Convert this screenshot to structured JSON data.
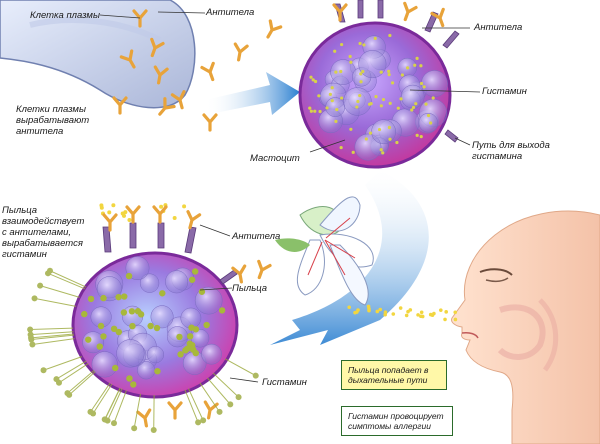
{
  "labels": {
    "plasma_cell": "Клетка плазмы",
    "antibodies_top": "Антитела",
    "plasma_cells_produce_line1": "Клетки плазмы",
    "plasma_cells_produce_line2": "вырабатывают",
    "plasma_cells_produce_line3": "антитела",
    "antibodies_right": "Антитела",
    "histamine_top": "Гистамин",
    "histamine_exit_line1": "Путь для выхода",
    "histamine_exit_line2": "гистамина",
    "mast_cell": "Мастоцит",
    "pollen_interacts_line1": "Пыльца",
    "pollen_interacts_line2": "взаимодействует",
    "pollen_interacts_line3": "с антителами,",
    "pollen_interacts_line4": "вырабатывается",
    "pollen_interacts_line5": "гистамин",
    "antibodies_bottom": "Антитела",
    "pollen": "Пыльца",
    "histamine_bottom": "Гистамин"
  },
  "boxes": {
    "airways_line1": "Пыльца попадает в",
    "airways_line2": "дыхательные пути",
    "symptoms_line1": "Гистамин провоцирует",
    "symptoms_line2": "симптомы аллергии"
  },
  "colors": {
    "antibody": "#e8a33a",
    "receptor": "#8a6aa8",
    "cell_fill": "#b07ad0",
    "cell_edge": "#6a2a8a",
    "arrow": "#2a7fd0",
    "pollen_dot": "#f2d640",
    "histamine_dot": "#9aa83a",
    "box_border": "#2b6b2b"
  },
  "icons": [
    "plasma-cell-icon",
    "antibody-icon",
    "mast-cell-icon",
    "lily-flower-icon",
    "face-profile-icon",
    "arrow-icon"
  ]
}
